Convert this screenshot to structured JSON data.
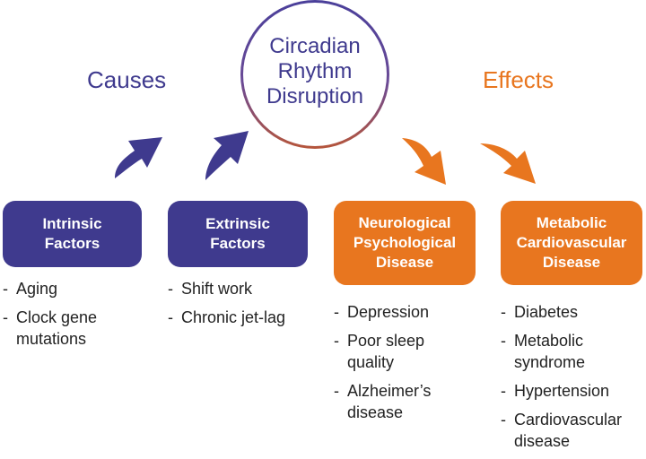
{
  "center": {
    "title": "Circadian\nRhythm\nDisruption"
  },
  "causes_title": "Causes",
  "effects_title": "Effects",
  "colors": {
    "causes": "#3f3a8e",
    "effects": "#e8761f",
    "text": "#222222",
    "background": "#ffffff"
  },
  "boxes": [
    {
      "label": "Intrinsic\nFactors",
      "items": [
        "Aging",
        "Clock gene\nmutations"
      ]
    },
    {
      "label": "Extrinsic\nFactors",
      "items": [
        "Shift work",
        "Chronic jet-lag"
      ]
    },
    {
      "label": "Neurological\nPsychological\nDisease",
      "items": [
        "Depression",
        "Poor sleep\nquality",
        "Alzheimer’s\ndisease"
      ]
    },
    {
      "label": "Metabolic\nCardiovascular\nDisease",
      "items": [
        "Diabetes",
        "Metabolic\nsyndrome",
        "Hypertension",
        "Cardiovascular\ndisease"
      ]
    }
  ],
  "bullet_marker": "-",
  "arrow_icons": [
    "curved-arrow-icon",
    "curved-arrow-icon",
    "curved-arrow-icon",
    "curved-arrow-icon"
  ]
}
